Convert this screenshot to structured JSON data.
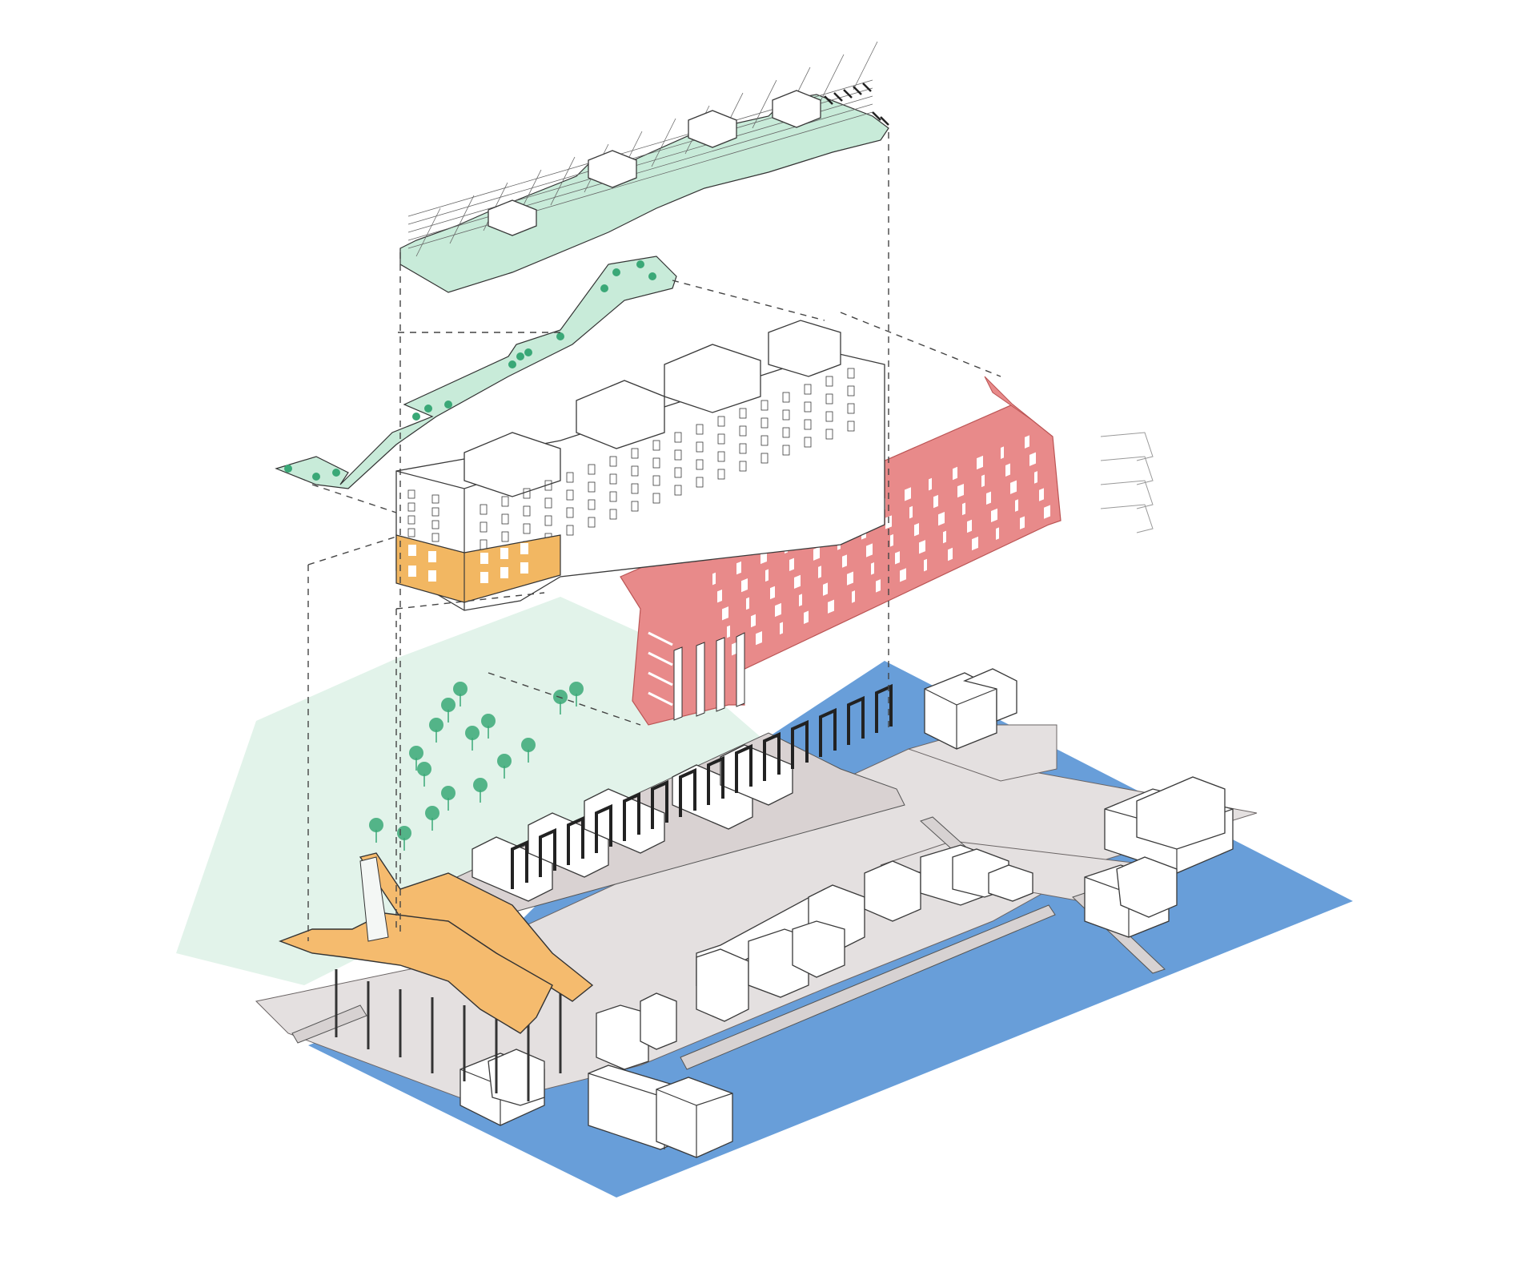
{
  "colors": {
    "water": "#689ed9",
    "ground": "#e4e0e0",
    "landscape": "#e2f3ea",
    "greenery": "#c8ebd9",
    "tree": "#3aa877",
    "facade": "#e88a8a",
    "facade_dark": "#c65f62",
    "base_orange": "#f2b762",
    "roof_orange": "#f5bb6e",
    "line": "#3a3a3a",
    "building": "#ffffff"
  },
  "layers": [
    {
      "name": "roof-garden-layer",
      "fill": "#c8ebd9"
    },
    {
      "name": "skywalk-layer",
      "fill": "#c8ebd9"
    },
    {
      "name": "residential-block-layer",
      "fill": "#ffffff"
    },
    {
      "name": "podium-base-layer",
      "fill": "#f2b762"
    },
    {
      "name": "perforated-facade-layer",
      "fill": "#e88a8a"
    },
    {
      "name": "landscape-layer",
      "fill": "#e2f3ea"
    },
    {
      "name": "ground-floor-layer",
      "fill": "#e4e0e0"
    },
    {
      "name": "canopy-roof-layer",
      "fill": "#f5bb6e"
    },
    {
      "name": "waterfront-context-layer",
      "fill": "#689ed9"
    }
  ]
}
